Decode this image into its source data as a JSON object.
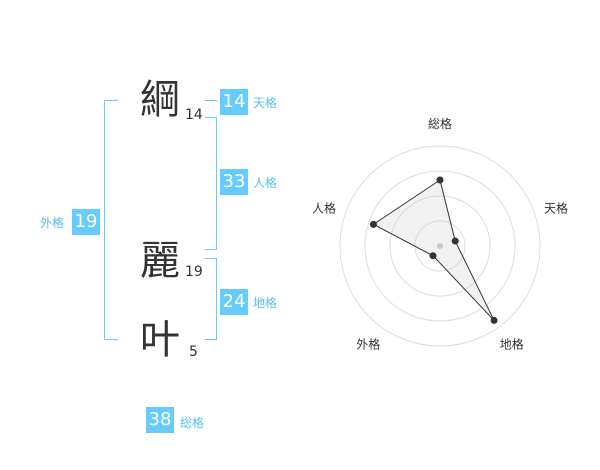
{
  "name": {
    "chars": [
      {
        "char": "綱",
        "strokes": "14"
      },
      {
        "char": "麗",
        "strokes": "19"
      },
      {
        "char": "叶",
        "strokes": "5"
      }
    ]
  },
  "kakusu": {
    "tenkaku": {
      "value": "14",
      "label": "天格"
    },
    "jinkaku": {
      "value": "33",
      "label": "人格"
    },
    "chikaku": {
      "value": "24",
      "label": "地格"
    },
    "gaikaku": {
      "value": "19",
      "label": "外格"
    },
    "soukaku": {
      "value": "38",
      "label": "総格"
    }
  },
  "colors": {
    "accent": "#66ccff",
    "text": "#333333"
  },
  "chart_data": {
    "type": "radar",
    "axes": [
      "総格",
      "天格",
      "地格",
      "外格",
      "人格"
    ],
    "values": [
      3.3,
      0.8,
      4.6,
      0.6,
      3.5
    ],
    "max": 5,
    "rings": 4
  }
}
